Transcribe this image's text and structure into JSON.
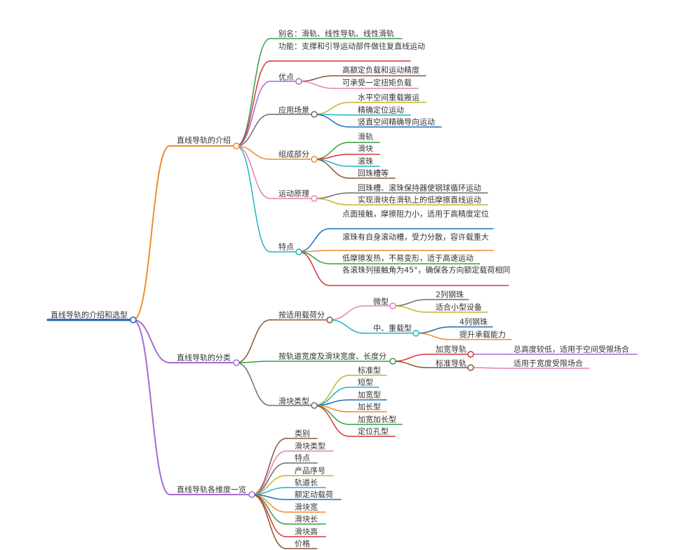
{
  "root": {
    "label": "直线导轨的介绍和选型"
  },
  "branches": [
    {
      "label": "直线导轨的介绍",
      "children": [
        {
          "label": "别名：滑轨、线性导轨、线性滑轨"
        },
        {
          "label": "功能：支撑和引导运动部件做往复直线运动"
        },
        {
          "label": "优点",
          "children": [
            {
              "label": "高额定负载和运动精度"
            },
            {
              "label": "可承受一定扭矩负载"
            }
          ]
        },
        {
          "label": "应用场景",
          "children": [
            {
              "label": "水平空间重载搬运"
            },
            {
              "label": "精确定位运动"
            },
            {
              "label": "竖直空间精确导向运动"
            }
          ]
        },
        {
          "label": "组成部分",
          "children": [
            {
              "label": "滑轨"
            },
            {
              "label": "滑块"
            },
            {
              "label": "滚珠"
            },
            {
              "label": "回珠槽等"
            }
          ]
        },
        {
          "label": "运动原理",
          "children": [
            {
              "label": "回珠槽、滚珠保持器使钢球循环运动"
            },
            {
              "label": "实现滑块在滑轨上的低摩擦直线运动"
            }
          ]
        },
        {
          "label": "特点",
          "children": [
            {
              "label": "点面接触，摩擦阻力小，适用于高精度定位"
            },
            {
              "label": "滚珠有自身滚动槽，受力分散，容许载重大"
            },
            {
              "label": "低摩擦发热，不易变形，适于高速运动"
            },
            {
              "label": "各滚珠列接触角为45°，确保各方向额定载荷相同"
            }
          ]
        }
      ]
    },
    {
      "label": "直线导轨的分类",
      "children": [
        {
          "label": "按适用载荷分",
          "children": [
            {
              "label": "微型",
              "children": [
                {
                  "label": "2列钢珠"
                },
                {
                  "label": "适合小型设备"
                }
              ]
            },
            {
              "label": "中、重载型",
              "children": [
                {
                  "label": "4列钢珠"
                },
                {
                  "label": "提升承载能力"
                }
              ]
            }
          ]
        },
        {
          "label": "按轨道宽度及滑块宽度、长度分",
          "children": [
            {
              "label": "加宽导轨",
              "children": [
                {
                  "label": "总高度较低，适用于空间受限场合"
                }
              ]
            },
            {
              "label": "标准导轨",
              "children": [
                {
                  "label": "适用于宽度受限场合"
                }
              ]
            }
          ]
        },
        {
          "label": "滑块类型",
          "children": [
            {
              "label": "标准型"
            },
            {
              "label": "短型"
            },
            {
              "label": "加宽型"
            },
            {
              "label": "加长型"
            },
            {
              "label": "加宽加长型"
            },
            {
              "label": "定位孔型"
            }
          ]
        }
      ]
    },
    {
      "label": "直线导轨各维度一览",
      "children": [
        {
          "label": "类别"
        },
        {
          "label": "滑块类型"
        },
        {
          "label": "特点"
        },
        {
          "label": "产品序号"
        },
        {
          "label": "轨道长"
        },
        {
          "label": "额定动载荷"
        },
        {
          "label": "滑块宽"
        },
        {
          "label": "滑块长"
        },
        {
          "label": "滑块高"
        },
        {
          "label": "价格"
        }
      ]
    }
  ],
  "colors": {
    "blue": "#1f5ea8",
    "orange": "#f08c2a",
    "purple": "#a66bcf",
    "violet": "#a66bcf",
    "green": "#37a041",
    "red": "#d8343b",
    "brown": "#8a5634",
    "pink": "#e57fb5",
    "gray": "#6e6e6e",
    "olive": "#c2b72a",
    "teal": "#1fb4c9",
    "navy": "#1f6fb5"
  }
}
